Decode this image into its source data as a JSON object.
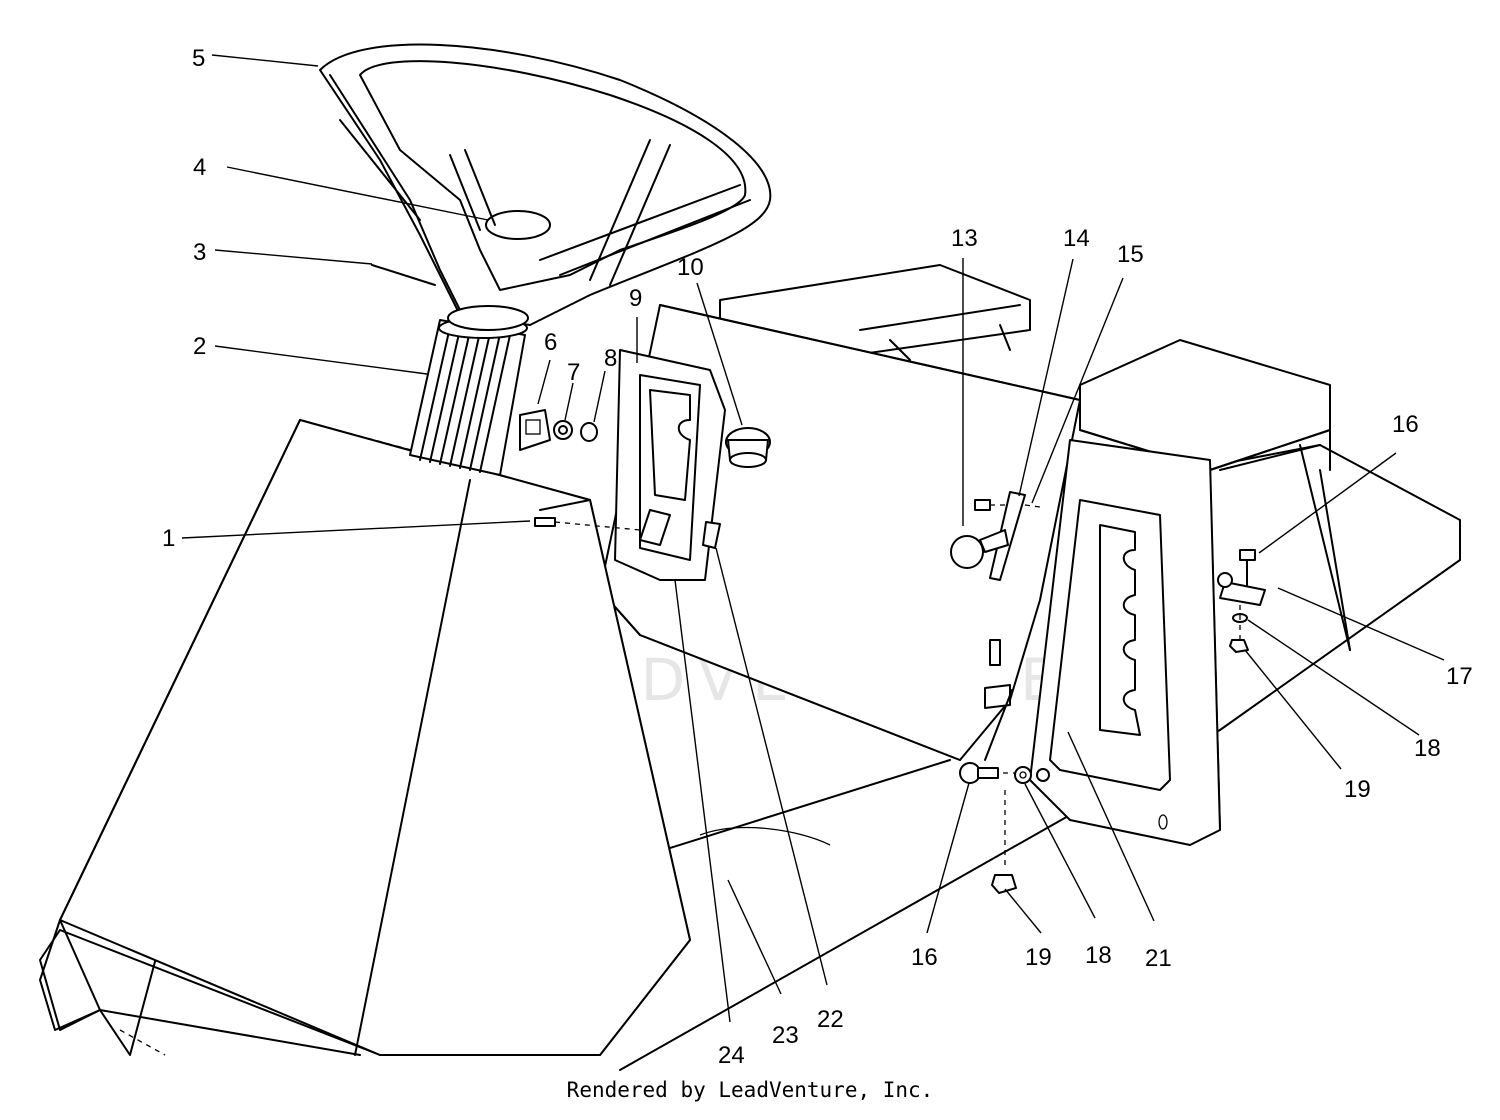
{
  "callouts": [
    {
      "id": "1",
      "label": "1"
    },
    {
      "id": "2",
      "label": "2"
    },
    {
      "id": "3",
      "label": "3"
    },
    {
      "id": "4",
      "label": "4"
    },
    {
      "id": "5",
      "label": "5"
    },
    {
      "id": "6",
      "label": "6"
    },
    {
      "id": "7",
      "label": "7"
    },
    {
      "id": "8",
      "label": "8"
    },
    {
      "id": "9",
      "label": "9"
    },
    {
      "id": "10",
      "label": "10"
    },
    {
      "id": "13",
      "label": "13"
    },
    {
      "id": "14",
      "label": "14"
    },
    {
      "id": "15",
      "label": "15"
    },
    {
      "id": "16a",
      "label": "16"
    },
    {
      "id": "17",
      "label": "17"
    },
    {
      "id": "18a",
      "label": "18"
    },
    {
      "id": "19a",
      "label": "19"
    },
    {
      "id": "16b",
      "label": "16"
    },
    {
      "id": "19b",
      "label": "19"
    },
    {
      "id": "18b",
      "label": "18"
    },
    {
      "id": "21",
      "label": "21"
    },
    {
      "id": "22",
      "label": "22"
    },
    {
      "id": "23",
      "label": "23"
    },
    {
      "id": "24",
      "label": "24"
    }
  ],
  "watermark": {
    "text": "LEADVENTURE"
  },
  "footer": {
    "text": "Rendered by LeadVenture, Inc."
  }
}
